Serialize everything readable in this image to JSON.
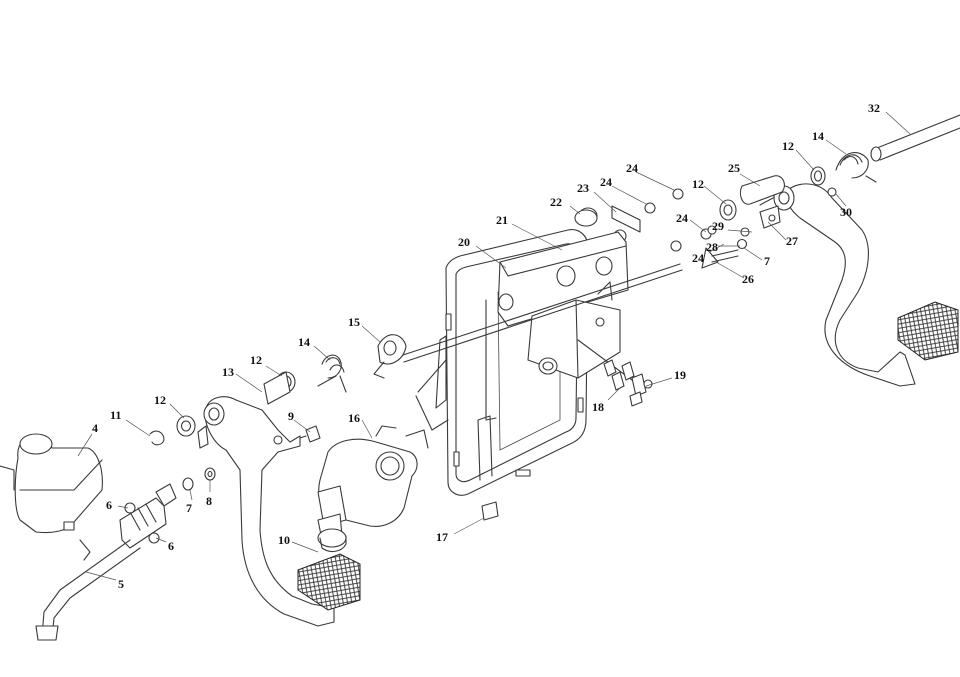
{
  "diagram": {
    "callouts": [
      {
        "id": "c32",
        "label": "32"
      },
      {
        "id": "c14a",
        "label": "14"
      },
      {
        "id": "c12a",
        "label": "12"
      },
      {
        "id": "c25",
        "label": "25"
      },
      {
        "id": "c30",
        "label": "30"
      },
      {
        "id": "c24a",
        "label": "24"
      },
      {
        "id": "c12b",
        "label": "12"
      },
      {
        "id": "c24b",
        "label": "24"
      },
      {
        "id": "c23",
        "label": "23"
      },
      {
        "id": "c22",
        "label": "22"
      },
      {
        "id": "c21",
        "label": "21"
      },
      {
        "id": "c20",
        "label": "20"
      },
      {
        "id": "c24c",
        "label": "24"
      },
      {
        "id": "c29",
        "label": "29"
      },
      {
        "id": "c28",
        "label": "28"
      },
      {
        "id": "c27",
        "label": "27"
      },
      {
        "id": "c24d",
        "label": "24"
      },
      {
        "id": "c7a",
        "label": "7"
      },
      {
        "id": "c26",
        "label": "26"
      },
      {
        "id": "c15",
        "label": "15"
      },
      {
        "id": "c14b",
        "label": "14"
      },
      {
        "id": "c12c",
        "label": "12"
      },
      {
        "id": "c13",
        "label": "13"
      },
      {
        "id": "c12d",
        "label": "12"
      },
      {
        "id": "c19",
        "label": "19"
      },
      {
        "id": "c18",
        "label": "18"
      },
      {
        "id": "c11",
        "label": "11"
      },
      {
        "id": "c4",
        "label": "4"
      },
      {
        "id": "c9",
        "label": "9"
      },
      {
        "id": "c16",
        "label": "16"
      },
      {
        "id": "c6a",
        "label": "6"
      },
      {
        "id": "c7b",
        "label": "7"
      },
      {
        "id": "c8",
        "label": "8"
      },
      {
        "id": "c6b",
        "label": "6"
      },
      {
        "id": "c17",
        "label": "17"
      },
      {
        "id": "c10",
        "label": "10"
      },
      {
        "id": "c5",
        "label": "5"
      }
    ]
  }
}
